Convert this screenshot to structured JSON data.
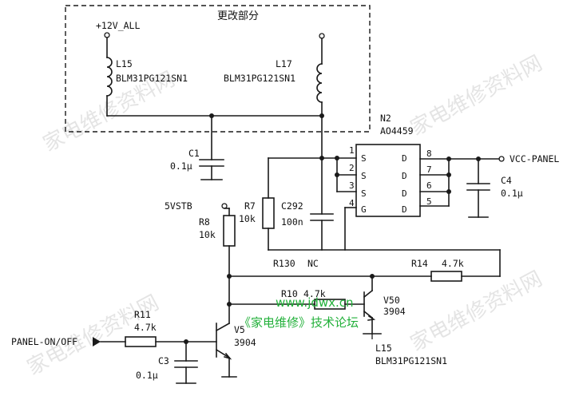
{
  "modified_section_label": "更改部分",
  "nets": {
    "v12": "+12V_ALL",
    "vstb": "5VSTB",
    "vcc_panel": "VCC-PANEL",
    "panel_onoff": "PANEL-ON/OFF"
  },
  "components": {
    "L15": {
      "ref": "L15",
      "value": "BLM31PG121SN1"
    },
    "L17": {
      "ref": "L17",
      "value": "BLM31PG121SN1"
    },
    "L15b": {
      "ref": "L15",
      "value": "BLM31PG121SN1"
    },
    "C1": {
      "ref": "C1",
      "value": "0.1μ"
    },
    "C4": {
      "ref": "C4",
      "value": "0.1μ"
    },
    "C3": {
      "ref": "C3",
      "value": "0.1μ"
    },
    "C292": {
      "ref": "C292",
      "value": "100n"
    },
    "R7": {
      "ref": "R7",
      "value": "10k"
    },
    "R8": {
      "ref": "R8",
      "value": "10k"
    },
    "R130": {
      "ref": "R130",
      "value": "NC"
    },
    "R14": {
      "ref": "R14",
      "value": "4.7k"
    },
    "R10": {
      "ref": "R10",
      "value": "4.7k"
    },
    "R11": {
      "ref": "R11",
      "value": "4.7k"
    },
    "V5": {
      "ref": "V5",
      "value": "3904"
    },
    "V50": {
      "ref": "V50",
      "value": "3904"
    },
    "N2": {
      "ref": "N2",
      "value": "AO4459"
    }
  },
  "ic_pins": {
    "left": [
      {
        "num": "1",
        "name": "S"
      },
      {
        "num": "2",
        "name": "S"
      },
      {
        "num": "3",
        "name": "S"
      },
      {
        "num": "4",
        "name": "G"
      }
    ],
    "right": [
      {
        "num": "8",
        "name": "D"
      },
      {
        "num": "7",
        "name": "D"
      },
      {
        "num": "6",
        "name": "D"
      },
      {
        "num": "5",
        "name": "D"
      }
    ]
  },
  "watermark": {
    "url": "www.jdwx.cn",
    "forum": "《家电维修》技术论坛",
    "repeat": "家电维修资料网"
  },
  "colors": {
    "watermark_green": "#22b03a"
  }
}
